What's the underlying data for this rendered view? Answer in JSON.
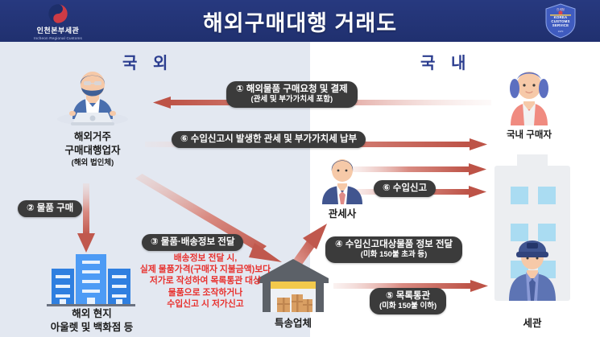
{
  "header": {
    "title": "해외구매대행 거래도",
    "logo_left": {
      "name_ko": "인천본부세관",
      "name_en": "Incheon Regional Customs",
      "icon": "taeguk-icon"
    },
    "logo_right": {
      "line1": "관세청",
      "line2": "KOREA",
      "line3": "CUSTOMS",
      "line4": "SERVICE",
      "year": "1970",
      "icon": "shield-emblem-icon"
    }
  },
  "zones": {
    "overseas": "국 외",
    "domestic": "국 내"
  },
  "nodes": {
    "agent": {
      "line1": "해외거주",
      "line2": "구매대행업자",
      "line3": "(해외 법인체)",
      "icon": "person-laptop-icon"
    },
    "buyer": {
      "line1": "국내 구매자",
      "icon": "female-buyer-icon"
    },
    "broker": {
      "line1": "관세사",
      "icon": "businessman-icon"
    },
    "stores": {
      "line1": "해외 현지",
      "line2": "아울렛 및 백화점 등",
      "icon": "buildings-icon"
    },
    "warehouse": {
      "line1": "특송업체",
      "icon": "warehouse-boxes-icon"
    },
    "customs": {
      "line1": "세관",
      "icon": "customs-building-officer-icon"
    }
  },
  "steps": {
    "s1": {
      "num": "①",
      "main": "해외물품 구매요청 및 결제",
      "sub": "(관세 및 부가가치세 포함)"
    },
    "s2": {
      "num": "②",
      "main": "물품 구매",
      "sub": ""
    },
    "s3": {
      "num": "③",
      "main": "물품·배송정보 전달",
      "sub": ""
    },
    "s4": {
      "num": "④",
      "main": "수입신고대상물품 정보 전달",
      "sub": "(미화 150불 초과 등)"
    },
    "s5": {
      "num": "⑤",
      "main": "목록통관",
      "sub": "(미화 150불 이하)"
    },
    "s6a": {
      "num": "⑥",
      "main": "수입신고시 발생한 관세 및 부가가치세 납부",
      "sub": ""
    },
    "s6b": {
      "num": "⑥",
      "main": "수입신고",
      "sub": ""
    }
  },
  "warning": {
    "line1": "배송정보 전달 시,",
    "line2": "실제 물품가격(구매자 지불금액)보다",
    "line3": "저가로 작성하여 목록통관 대상",
    "line4": "물품으로 조작하거나",
    "line5": "수입신고 시 저가신고"
  },
  "colors": {
    "header_bg": "#23357c",
    "zone_left_bg": "#e3e8f1",
    "zone_right_bg": "#ffffff",
    "zone_label": "#2b3d8f",
    "arrow": "#c1594f",
    "pill_bg": "#3b3b3b",
    "warning_text": "#e8312e"
  }
}
